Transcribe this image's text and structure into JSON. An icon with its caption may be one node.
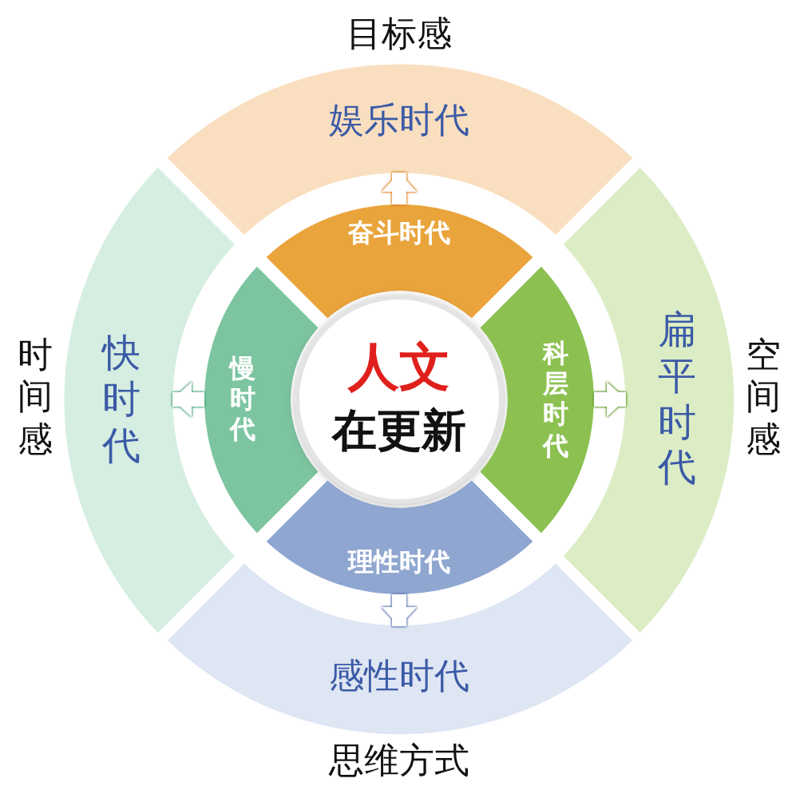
{
  "diagram": {
    "nodes": [
      {
        "text": [
          "目标感",
          "娱乐时代"
        ]
      },
      {
        "text": [
          "奋斗时代"
        ]
      },
      {
        "text": [
          "时间感",
          "快时代"
        ]
      },
      {
        "text": [
          "慢时代"
        ]
      },
      {
        "text": [
          "人文",
          "在更新"
        ]
      },
      {
        "text": [
          "科层时代"
        ]
      },
      {
        "text": [
          "扁平时代",
          "空间感"
        ]
      },
      {
        "text": [
          "理性时代"
        ]
      },
      {
        "text": [
          "感性时代",
          "思维方式"
        ]
      }
    ],
    "edges": [
      {
        "from": 1,
        "to": 0,
        "arrow": "to"
      },
      {
        "from": 3,
        "to": 2,
        "arrow": "to"
      },
      {
        "from": 5,
        "to": 6,
        "arrow": "to"
      },
      {
        "from": 7,
        "to": 8,
        "arrow": "to"
      }
    ]
  }
}
